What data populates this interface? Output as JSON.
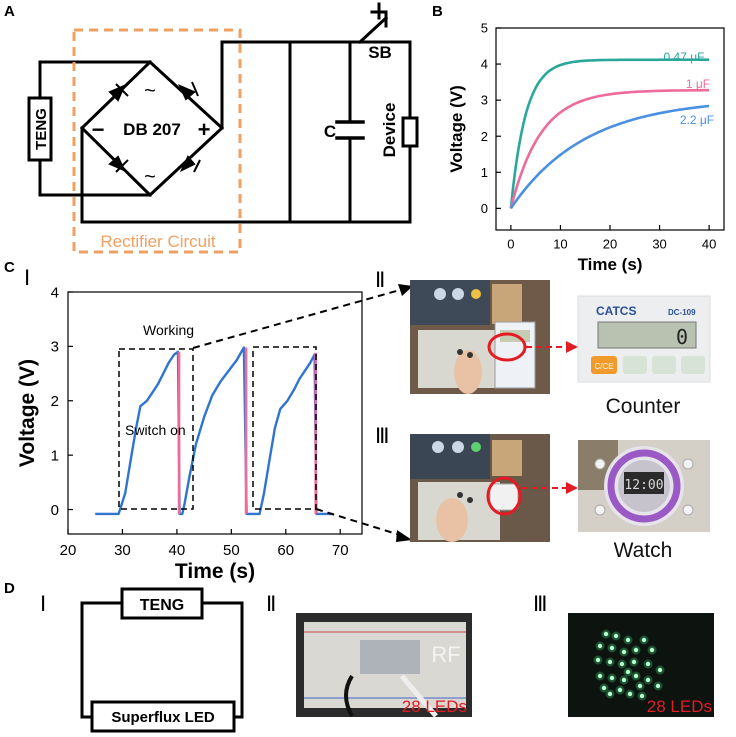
{
  "panels": {
    "a": {
      "label": "A",
      "source_label": "TENG",
      "bridge_label": "DB 207",
      "bridge_ac_symbol": "~",
      "bridge_minus": "−",
      "bridge_plus": "+",
      "capacitor_label": "C",
      "switch_label": "SB",
      "device_label": "Device",
      "rectifier_label": "Rectifier Circuit",
      "accent_color": "#f0a060"
    },
    "b": {
      "label": "B"
    },
    "c": {
      "label": "C",
      "sub_i": "Ⅰ",
      "sub_ii": "Ⅱ",
      "sub_iii": "Ⅲ",
      "working_label": "Working",
      "switch_on_label": "Switch on",
      "counter_caption": "Counter",
      "watch_caption": "Watch",
      "calculator_brand": "CATCS",
      "calculator_model": "DC-109",
      "calculator_display": "0",
      "calculator_key": "C/CE",
      "watch_display": "12:00"
    },
    "d": {
      "label": "D",
      "sub_i": "Ⅰ",
      "sub_ii": "Ⅱ",
      "sub_iii": "Ⅲ",
      "source_label": "TENG",
      "load_label": "Superflux LED",
      "led_caption_ii": "28 LEDs",
      "led_caption_iii": "28 LEDs",
      "board_mark": "RF"
    }
  },
  "chart_data": [
    {
      "type": "line",
      "panel": "B",
      "xlabel": "Time (s)",
      "ylabel": "Voltage (V)",
      "xlim": [
        -3,
        43
      ],
      "ylim": [
        -0.6,
        5
      ],
      "xticks": [
        0,
        10,
        20,
        30,
        40
      ],
      "yticks": [
        0,
        1,
        2,
        3,
        4,
        5
      ],
      "grid": false,
      "series": [
        {
          "name": "0.47 μF",
          "color": "#2aa79b",
          "vmax": 4.12,
          "tau": 3.0,
          "x": [
            0,
            1,
            2,
            3,
            4,
            5,
            6,
            7,
            8,
            10,
            12,
            15,
            20,
            30,
            40
          ]
        },
        {
          "name": "1 μF",
          "color": "#ec6b9b",
          "vmax": 3.28,
          "tau": 6.0,
          "x": [
            0,
            1,
            2,
            3,
            4,
            5,
            6,
            7,
            8,
            10,
            12,
            15,
            20,
            30,
            40
          ]
        },
        {
          "name": "2.2 μF",
          "color": "#4a90e2",
          "vmax": 3.05,
          "tau": 15.0,
          "x": [
            0,
            1,
            2,
            3,
            4,
            5,
            6,
            7,
            8,
            10,
            12,
            15,
            20,
            30,
            40
          ]
        }
      ]
    },
    {
      "type": "line",
      "panel": "C-I",
      "xlabel": "Time (s)",
      "ylabel": "Voltage (V)",
      "xlim": [
        20,
        74
      ],
      "ylim": [
        -0.45,
        4
      ],
      "xticks": [
        20,
        30,
        40,
        50,
        60,
        70
      ],
      "yticks": [
        0,
        1,
        2,
        3,
        4
      ],
      "grid": false,
      "series": [
        {
          "name": "",
          "color": "#2f74d0",
          "points": [
            [
              25,
              -0.08
            ],
            [
              29.3,
              -0.08
            ],
            [
              30.5,
              0.3
            ],
            [
              31.5,
              0.9
            ],
            [
              32.5,
              1.5
            ],
            [
              33.3,
              1.9
            ],
            [
              34.5,
              2.0
            ],
            [
              35.5,
              2.15
            ],
            [
              36.5,
              2.3
            ],
            [
              37.5,
              2.5
            ],
            [
              38.5,
              2.7
            ],
            [
              39.5,
              2.85
            ],
            [
              40.2,
              2.9
            ],
            [
              40.5,
              -0.08
            ],
            [
              41,
              -0.08
            ],
            [
              41.4,
              0.1
            ],
            [
              42.3,
              0.6
            ],
            [
              43.5,
              1.2
            ],
            [
              45,
              1.7
            ],
            [
              46.5,
              2.1
            ],
            [
              48,
              2.35
            ],
            [
              49.5,
              2.55
            ],
            [
              51,
              2.75
            ],
            [
              52.3,
              2.98
            ],
            [
              52.8,
              -0.08
            ],
            [
              55.2,
              -0.08
            ],
            [
              56,
              0.3
            ],
            [
              57,
              0.9
            ],
            [
              58,
              1.5
            ],
            [
              59,
              1.85
            ],
            [
              60.3,
              2.0
            ],
            [
              61.5,
              2.2
            ],
            [
              62.5,
              2.4
            ],
            [
              63.5,
              2.55
            ],
            [
              64.5,
              2.7
            ],
            [
              65.3,
              2.85
            ],
            [
              65.6,
              -0.08
            ],
            [
              68.5,
              -0.08
            ]
          ]
        },
        {
          "name": "",
          "color": "#ec6b9b",
          "segments": [
            [
              [
                40.4,
                2.9
              ],
              [
                40.4,
                -0.08
              ]
            ],
            [
              [
                52.7,
                2.98
              ],
              [
                52.7,
                -0.08
              ]
            ],
            [
              [
                65.5,
                2.88
              ],
              [
                65.5,
                -0.08
              ]
            ]
          ]
        }
      ],
      "annotations": [
        "Working",
        "Switch on"
      ]
    }
  ]
}
